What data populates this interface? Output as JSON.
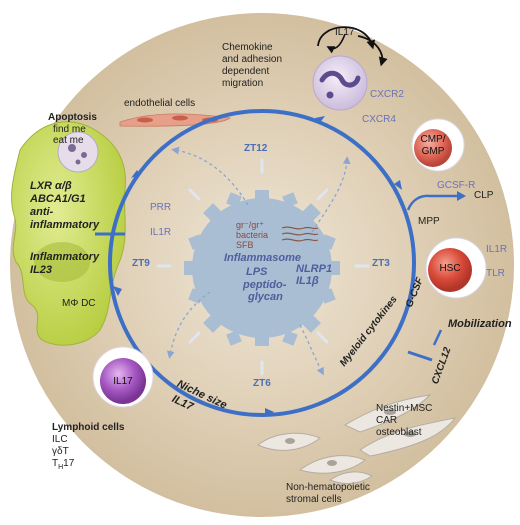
{
  "zeitgeber": {
    "zt12": "ZT12",
    "zt3": "ZT3",
    "zt6": "ZT6",
    "zt9": "ZT9"
  },
  "center": {
    "microbes": [
      "gr⁻/gr⁺",
      "bacteria",
      "SFB"
    ],
    "inflammasome": "Inflammasome",
    "nlrp1": "NLRP1",
    "il1b": "IL1β",
    "lps": "LPS",
    "peptidoglycan": [
      "peptido-",
      "glycan"
    ]
  },
  "top": {
    "chemokine": [
      "Chemokine",
      "and adhesion",
      "dependent",
      "migration"
    ],
    "il17": "IL17",
    "cxcr2": "CXCR2",
    "cxcr4": "CXCR4",
    "endothelial": "endothelial cells"
  },
  "left": {
    "apoptosis": "Apoptosis",
    "find_me": [
      "find me",
      "eat me"
    ],
    "lxr": "LXR α/β",
    "abca": "ABCA1/G1",
    "anti": [
      "anti-",
      "inflammatory"
    ],
    "prr": "PRR",
    "il1r": "IL1R",
    "inflammatory": "Inflammatory",
    "il23": "IL23",
    "mphi": "MΦ DC"
  },
  "right": {
    "cmp": [
      "CMP/",
      "GMP"
    ],
    "gcsfr": "GCSF-R",
    "clp": "CLP",
    "mpp": "MPP",
    "hsc": "HSC",
    "il1r": "IL1R",
    "tlr": "TLR",
    "mobilization": "Mobilization",
    "myeloid": "Myeloid cytokines",
    "gcsf": "G-CSF",
    "cxcl12": "CXCL12"
  },
  "bottom": {
    "niche": "Niche size",
    "il17": "IL17",
    "il17_cell": "IL17",
    "lymphoid": "Lymphoid cells",
    "ilc": "ILC",
    "gdt": "γδT",
    "th17_t": "T",
    "th17_sub": "H",
    "th17_n": "17",
    "nestin": [
      "Nestin+MSC",
      "CAR",
      "osteoblast"
    ],
    "stromal": [
      "Non-hematopoietic",
      "stromal cells"
    ]
  },
  "colors": {
    "cycle": "#3d6fc7",
    "background": "#d9c7a9",
    "macrophage": "#c6da4e",
    "gear": "#a9bdd3",
    "hsc": "#d94a3a",
    "il17_cell": "#9b4fb8",
    "label_blue": "#6a72b8"
  }
}
